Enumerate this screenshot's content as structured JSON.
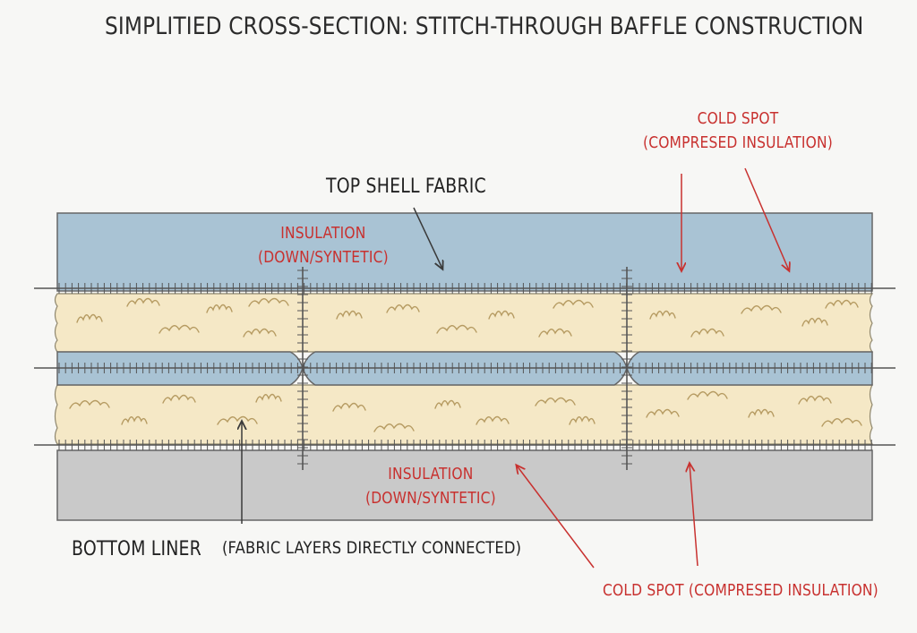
{
  "title": "SIMPLITIED CROSS-SECTION: STITCH-THROUGH BAFFLE CONSTRUCTION",
  "labels": {
    "top_shell": "TOP SHELL FABRIC",
    "insulation_top_1": "INSULATION",
    "insulation_top_2": "(DOWN/SYNTETIC)",
    "cold_spot_top_1": "COLD SPOT",
    "cold_spot_top_2": "(COMPRESED INSULATION)",
    "insulation_bottom_1": "INSULATION",
    "insulation_bottom_2": "(DOWN/SYNTETIC)",
    "bottom_liner": "BOTTOM LINER",
    "fabric_connected": "(FABRIC LAYERS DIRECTLY CONNECTED)",
    "cold_spot_bottom": "COLD SPOT (COMPRESED INSULATION)"
  },
  "colors": {
    "shell_fabric": "#a9c3d4",
    "insulation": "#f5e8c6",
    "insulation_puff": "#b69b62",
    "bottom_liner": "#c9c9c9",
    "stitch": "#555555",
    "callout_red": "#c8312f",
    "callout_dark": "#3a3a3a"
  }
}
